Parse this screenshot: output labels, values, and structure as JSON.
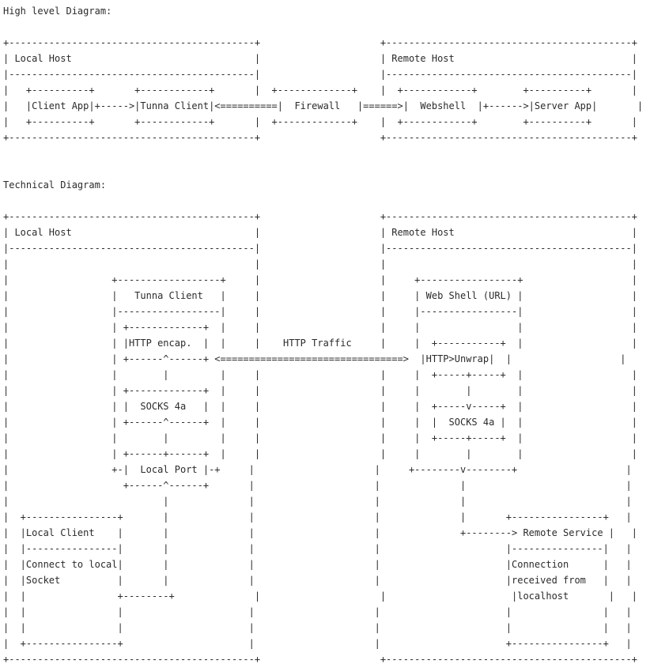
{
  "diagram_lines": [
    "High level Diagram:",
    "",
    "+-------------------------------------------+                     +-------------------------------------------+",
    "| Local Host                                |                     | Remote Host                               |",
    "|-------------------------------------------|                     |-------------------------------------------|",
    "|   +----------+       +------------+       |  +-------------+    |  +------------+        +----------+       |",
    "|   |Client App|+----->|Tunna Client|<==========|  Firewall   |======>|  Webshell  |+------>|Server App|       |",
    "|   +----------+       +------------+       |  +-------------+    |  +------------+        +----------+       |",
    "+-------------------------------------------+                     +-------------------------------------------+",
    "",
    "",
    "Technical Diagram:",
    "",
    "+-------------------------------------------+                     +-------------------------------------------+",
    "| Local Host                                |                     | Remote Host                               |",
    "|-------------------------------------------|                     |-------------------------------------------|",
    "|                                           |                     |                                           |",
    "|                  +------------------+     |                     |     +-----------------+                   |",
    "|                  |   Tunna Client   |     |                     |     | Web Shell (URL) |                   |",
    "|                  |------------------|     |                     |     |-----------------|                   |",
    "|                  | +-------------+  |     |                     |     |                 |                   |",
    "|                  | |HTTP encap.  |  |     |    HTTP Traffic     |     |  +-----------+  |                   |",
    "|                  | +------^------+ <================================>  |HTTP>Unwrap|  |                   |",
    "|                  |        |         |     |                     |     |  +-----+-----+  |                   |",
    "|                  | +-------------+  |     |                     |     |        |        |                   |",
    "|                  | |  SOCKS 4a   |  |     |                     |     |  +-----v-----+  |                   |",
    "|                  | +------^------+  |     |                     |     |  |  SOCKS 4a |  |                   |",
    "|                  |        |         |     |                     |     |  +-----+-----+  |                   |",
    "|                  | +------+------+  |     |                     |     |        |        |                   |",
    "|                  +-|  Local Port |-+     |                     |     +--------v--------+                   |",
    "|                    +------^------+       |                     |              |                            |",
    "|                           |              |                     |              |                            |",
    "|  +----------------+       |              |                     |              |       +----------------+   |",
    "|  |Local Client    |       |              |                     |              +--------> Remote Service |   |",
    "|  |----------------|       |              |                     |                      |----------------|   |",
    "|  |Connect to local|       |              |                     |                      |Connection      |   |",
    "|  |Socket          |       |              |                     |                      |received from   |   |",
    "|  |                +--------+              |                     |                      |localhost       |   |",
    "|  |                |                      |                     |                      |                |   |",
    "|  |                |                      |                     |                      |                |   |",
    "|  +----------------+                      |                     |                      +----------------+   |",
    "+-------------------------------------------+                     +-------------------------------------------+"
  ]
}
